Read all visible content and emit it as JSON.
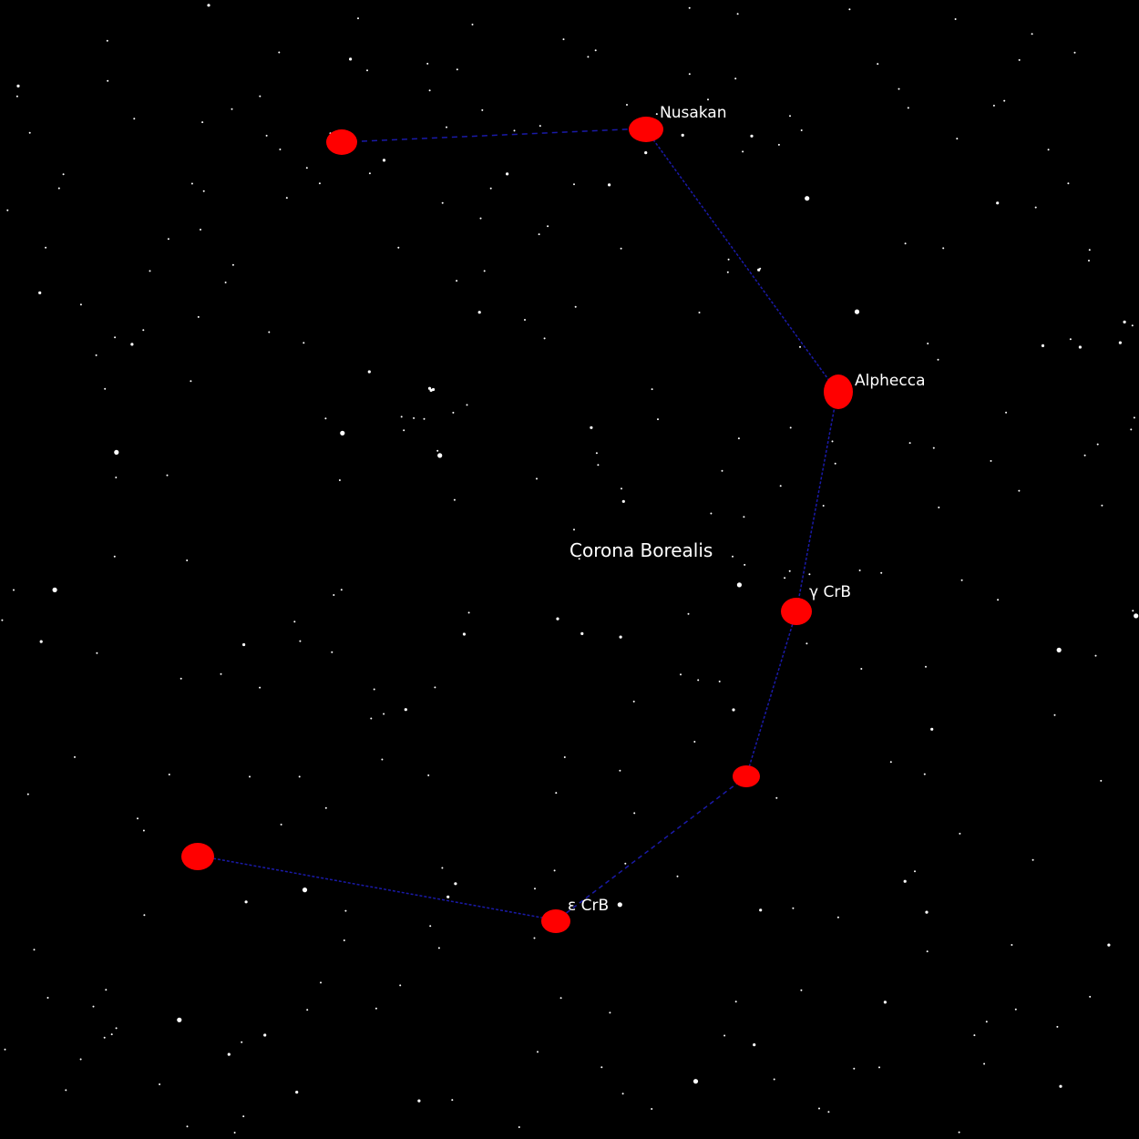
{
  "constellation": {
    "name": "Corona Borealis"
  },
  "stars": [
    {
      "id": "star-1",
      "label": ""
    },
    {
      "id": "nusakan",
      "label": "Nusakan"
    },
    {
      "id": "alphecca",
      "label": "Alphecca"
    },
    {
      "id": "gamma-crb",
      "label": "γ CrB"
    },
    {
      "id": "delta-crb",
      "label": ""
    },
    {
      "id": "epsilon-crb",
      "label": "ε CrB"
    },
    {
      "id": "iota-crb",
      "label": ""
    }
  ],
  "colors": {
    "background": "#000000",
    "named_star": "#ff0000",
    "constellation_line": "#1a1aa8",
    "background_star": "#ffffff",
    "label_text": "#ffffff"
  }
}
